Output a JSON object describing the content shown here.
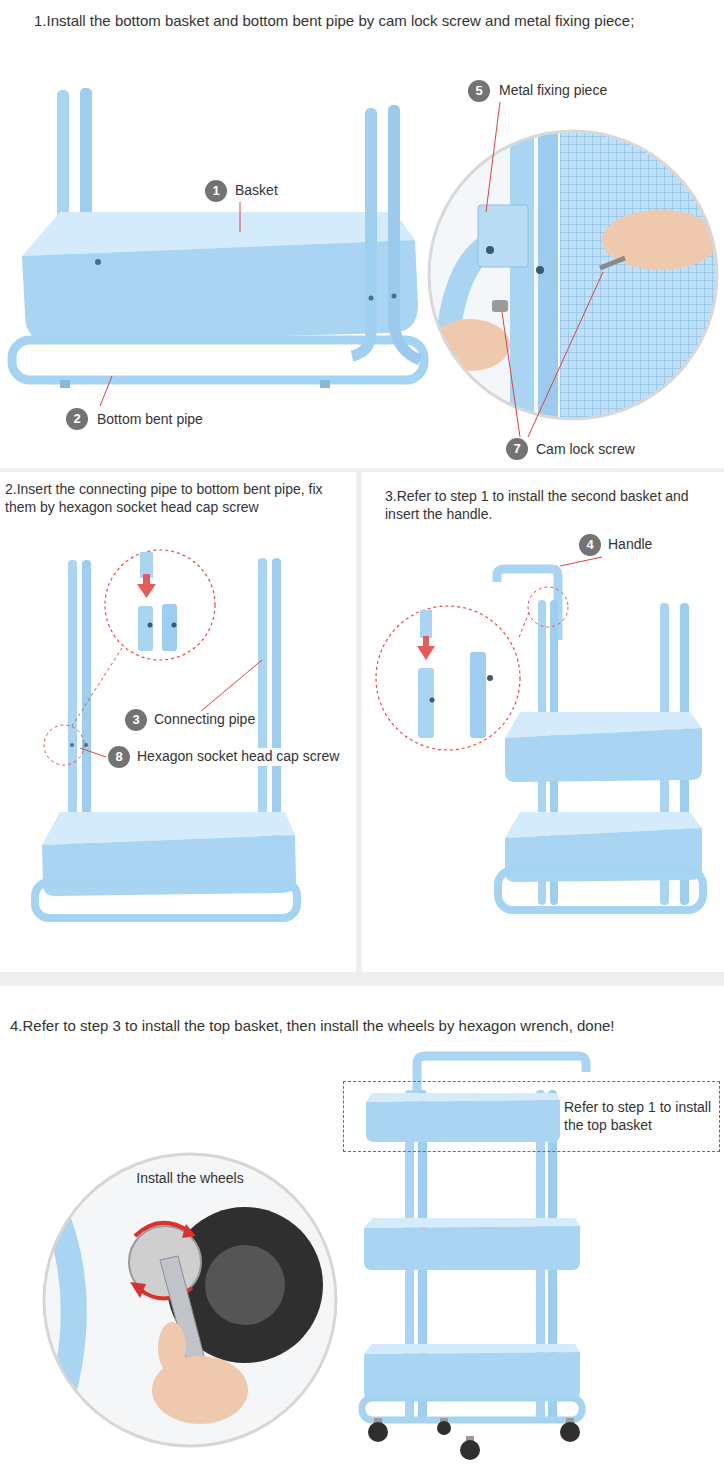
{
  "diagram": {
    "nodes": [
      {
        "text": [
          "1"
        ]
      },
      {
        "text": [
          "5"
        ]
      },
      {
        "text": [
          "2"
        ]
      },
      {
        "text": [
          "7"
        ]
      },
      {
        "text": [
          "3"
        ]
      },
      {
        "text": [
          "8"
        ]
      },
      {
        "text": [
          "4"
        ]
      },
      {
        "text": [
          "Refer to step 1 to install the top basket"
        ]
      },
      {
        "text": [
          "Install the wheels"
        ]
      }
    ],
    "labels": [
      "1.Install the bottom basket and bottom bent pipe by cam lock screw and metal fixing piece;",
      "Basket",
      "Bottom bent pipe",
      "Metal fixing piece",
      "Cam lock screw",
      "2.Insert the connecting pipe to bottom bent pipe, fix them by hexagon socket head cap screw",
      "Connecting pipe",
      "Hexagon socket head cap screw",
      "3.Refer to step 1 to install the second basket and insert the handle.",
      "Handle",
      "4.Refer to step 3 to install the top basket, then install the wheels by hexagon wrench, done!"
    ]
  }
}
